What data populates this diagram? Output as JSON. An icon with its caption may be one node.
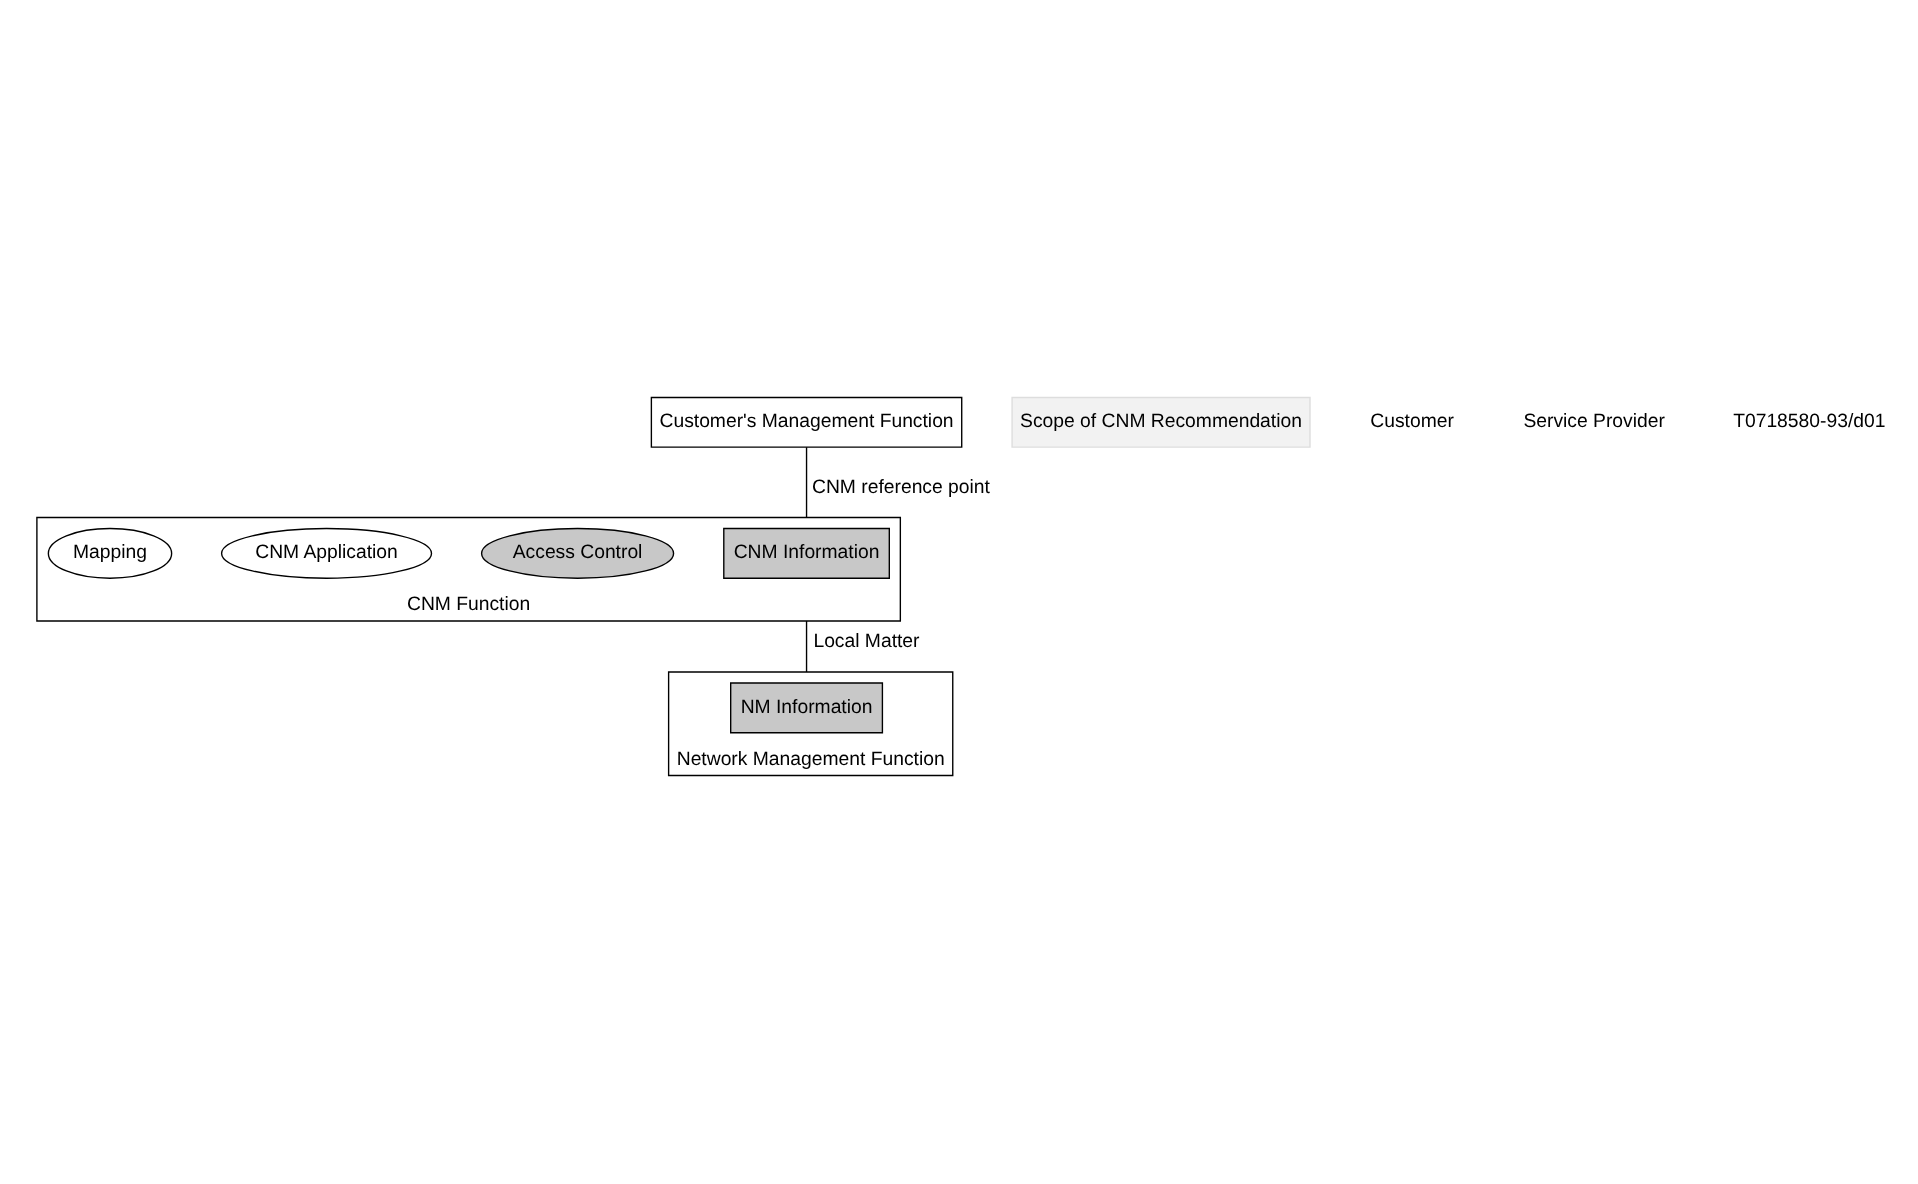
{
  "diagram": {
    "nodes": [
      {
        "text": [
          "Customer's Management Function"
        ]
      },
      {
        "text": [
          "Scope of CNM Recommendation"
        ]
      },
      {
        "text": [
          "CNM Function"
        ]
      },
      {
        "text": [
          "CNM Information"
        ],
        "in": 2
      },
      {
        "text": [
          "Access Control"
        ],
        "in": 2
      },
      {
        "text": [
          "CNM Application"
        ],
        "in": 2
      },
      {
        "text": [
          "Mapping"
        ],
        "in": 2
      },
      {
        "text": [
          "Network Management Function"
        ]
      },
      {
        "text": [
          "NM Information"
        ],
        "in": 7
      }
    ],
    "edges": [
      {
        "from": 0,
        "to": 2,
        "arrow": "none",
        "label": "CNM reference point"
      },
      {
        "from": 2,
        "to": 7,
        "arrow": "none",
        "label": "Local Matter"
      }
    ],
    "labels": [
      "Customer",
      "Service Provider",
      "T0718580-93/d01"
    ]
  }
}
